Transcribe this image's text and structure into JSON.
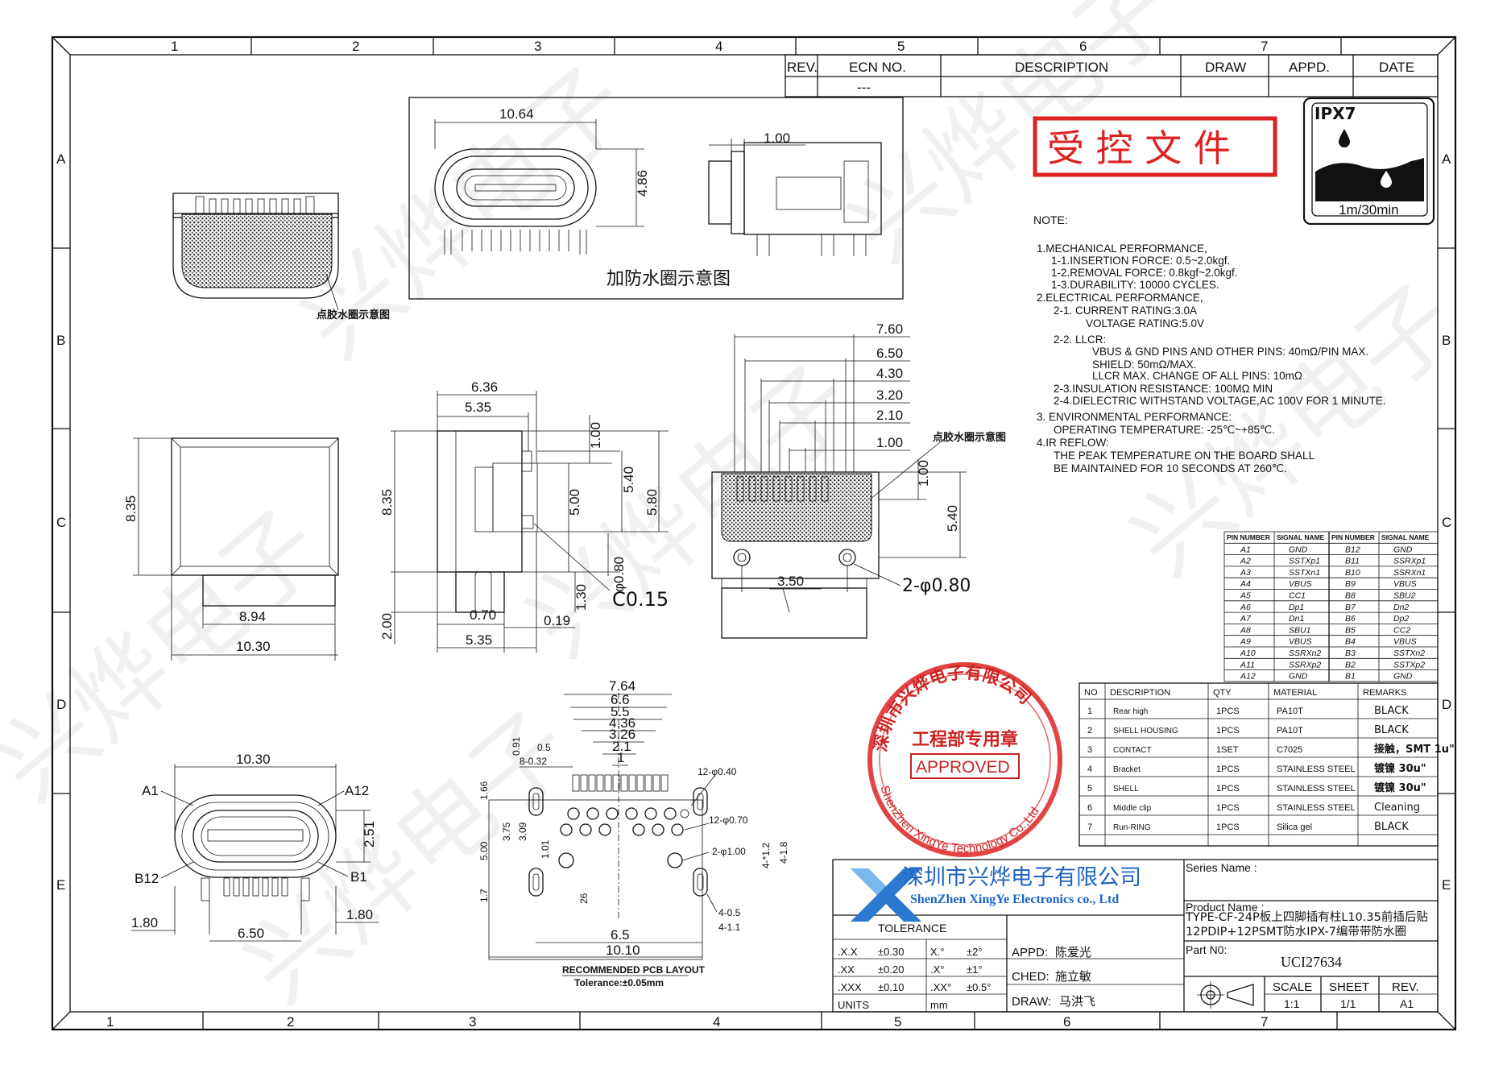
{
  "border": {
    "top_cols": [
      "1",
      "2",
      "3",
      "4",
      "5",
      "6",
      "7"
    ],
    "bottom_cols": [
      "1",
      "2",
      "3",
      "4",
      "5",
      "6",
      "7"
    ],
    "left_rows": [
      "A",
      "B",
      "C",
      "D",
      "E"
    ],
    "right_rows": [
      "A",
      "B",
      "C",
      "D",
      "E"
    ]
  },
  "revision_table": {
    "headers": [
      "REV.",
      "ECN NO.",
      "DESCRIPTION",
      "DRAW",
      "APPD.",
      "DATE"
    ],
    "ecn_value": "---"
  },
  "controlled_stamp": "受 控 文 件",
  "ipx": {
    "title": "IPX7",
    "caption": "1m/30min"
  },
  "views": {
    "glue_caption_top": "点胶水圈示意图",
    "seal_caption": "加防水圈示意图",
    "glue_caption_right": "点胶水圈示意图",
    "pcb_title": "RECOMMENDED PCB LAYOUT",
    "pcb_tol": "Tolerance:±0.05mm"
  },
  "dims": {
    "seal_w": "10.64",
    "seal_h": "4.86",
    "seal_side": "1.00",
    "front_h": "8.35",
    "front_w1": "8.94",
    "front_w2": "10.30",
    "side_w1": "6.36",
    "side_w2": "5.35",
    "side_h": "8.35",
    "side_b": "2.00",
    "side_c": "0.70",
    "side_d": "5.35",
    "side_e": "0.19",
    "side_v1": "1.00",
    "side_v2": "5.40",
    "side_v3": "5.00",
    "side_v4": "5.80",
    "side_v5": "φ0.80",
    "side_v6": "1.30",
    "side_chamfer": "C0.15",
    "top_d1": "7.60",
    "top_d2": "6.50",
    "top_d3": "4.30",
    "top_d4": "3.20",
    "top_d5": "2.10",
    "top_d6": "1.00",
    "top_v1": "1.00",
    "top_v2": "5.40",
    "top_w": "3.50",
    "top_holes": "2-φ0.80",
    "pcb_d1": "7.64",
    "pcb_d2": "6.6",
    "pcb_d3": "5.5",
    "pcb_d4": "4.36",
    "pcb_d5": "3.26",
    "pcb_d6": "2.1",
    "pcb_d7": "1",
    "pcb_p1": "0.5",
    "pcb_p2": "8-0.32",
    "pcb_p3": "0.91",
    "pcb_p4": "1.66",
    "pcb_p5": "3.75",
    "pcb_p6": "3.09",
    "pcb_p7": "5.00",
    "pcb_p8": "1.01",
    "pcb_p9": "1.7",
    "pcb_p10": "26",
    "pcb_h1": "12-φ0.40",
    "pcb_h2": "12-φ0.70",
    "pcb_h3": "2-φ1.00",
    "pcb_h4": "4-*1.2",
    "pcb_h5": "4-1.8",
    "pcb_h6": "4-0.5",
    "pcb_h7": "4-1.1",
    "pcb_w1": "6.5",
    "pcb_w2": "10.10",
    "bottom_w": "10.30",
    "bottom_a1": "A1",
    "bottom_a12": "A12",
    "bottom_b12": "B12",
    "bottom_b1": "B1",
    "bottom_h": "2.51",
    "bottom_l": "1.80",
    "bottom_r": "1.80",
    "bottom_m": "6.50"
  },
  "notes": {
    "heading": "NOTE:",
    "lines": [
      "1.MECHANICAL PERFORMANCE,",
      "1-1.INSERTION FORCE: 0.5~2.0kgf.",
      "1-2.REMOVAL FORCE: 0.8kgf~2.0kgf.",
      "1-3.DURABILITY: 10000 CYCLES.",
      "2.ELECTRICAL PERFORMANCE,",
      "2-1. CURRENT RATING:3.0A",
      "VOLTAGE RATING:5.0V",
      "2-2. LLCR:",
      "VBUS & GND PINS AND OTHER PINS: 40mΩ/PIN MAX.",
      "SHIELD: 50mΩ/MAX.",
      "LLCR MAX. CHANGE OF ALL PINS: 10mΩ",
      "2-3.INSULATION RESISTANCE: 100MΩ MIN",
      "2-4.DIELECTRIC WITHSTAND VOLTAGE,AC 100V FOR 1 MINUTE.",
      "3. ENVIRONMENTAL PERFORMANCE:",
      "OPERATING TEMPERATURE: -25℃~+85℃.",
      "4.IR REFLOW:",
      "THE PEAK TEMPERATURE ON THE BOARD SHALL",
      "BE MAINTAINED FOR 10 SECONDS AT 260℃."
    ]
  },
  "pin_table": {
    "headers": [
      "PIN NUMBER",
      "SIGNAL NAME",
      "PIN NUMBER",
      "SIGNAL NAME"
    ],
    "rows": [
      [
        "A1",
        "GND",
        "B12",
        "GND"
      ],
      [
        "A2",
        "SSTXp1",
        "B11",
        "SSRXp1"
      ],
      [
        "A3",
        "SSTXn1",
        "B10",
        "SSRXn1"
      ],
      [
        "A4",
        "VBUS",
        "B9",
        "VBUS"
      ],
      [
        "A5",
        "CC1",
        "B8",
        "SBU2"
      ],
      [
        "A6",
        "Dp1",
        "B7",
        "Dn2"
      ],
      [
        "A7",
        "Dn1",
        "B6",
        "Dp2"
      ],
      [
        "A8",
        "SBU1",
        "B5",
        "CC2"
      ],
      [
        "A9",
        "VBUS",
        "B4",
        "VBUS"
      ],
      [
        "A10",
        "SSRXn2",
        "B3",
        "SSTXn2"
      ],
      [
        "A11",
        "SSRXp2",
        "B2",
        "SSTXp2"
      ],
      [
        "A12",
        "GND",
        "B1",
        "GND"
      ]
    ]
  },
  "bom": {
    "headers": [
      "NO",
      "DESCRIPTION",
      "QTY",
      "MATERIAL",
      "REMARKS"
    ],
    "rows": [
      [
        "1",
        "Rear high",
        "1PCS",
        "PA10T",
        "BLACK"
      ],
      [
        "2",
        "SHELL HOUSING",
        "1PCS",
        "PA10T",
        "BLACK"
      ],
      [
        "3",
        "CONTACT",
        "1SET",
        "C7025",
        "接触，SMT 1u\""
      ],
      [
        "4",
        "Bracket",
        "1PCS",
        "STAINLESS STEEL",
        "镀镍 30u\""
      ],
      [
        "5",
        "SHELL",
        "1PCS",
        "STAINLESS STEEL",
        "镀镍 30u\""
      ],
      [
        "6",
        "Middle clip",
        "1PCS",
        "STAINLESS STEEL",
        "Cleaning"
      ],
      [
        "7",
        "Run-RING",
        "1PCS",
        "Silica gel",
        "BLACK"
      ]
    ]
  },
  "seal": {
    "ring_text": "深圳市兴烨电子有限公司",
    "ring_text_en": "ShenZhen XingYe Technology Co.,Ltd",
    "center1": "工程部专用章",
    "center2": "APPROVED"
  },
  "title_block": {
    "company_cn": "深圳市兴烨电子有限公司",
    "company_en": "ShenZhen XingYe Electronics co., Ltd",
    "series_label": "Series Name :",
    "product_label": "Product Name :",
    "product_line1": "TYPE-CF-24P板上四脚插有柱L10.35前插后贴",
    "product_line2": "12PDIP+12PSMT防水IPX-7编带带防水圈",
    "tolerance_label": "TOLERANCE",
    "tol_rows": [
      [
        ".X.X",
        "±0.30",
        "X.°",
        "±2°"
      ],
      [
        ".XX",
        "±0.20",
        ".X°",
        "±1°"
      ],
      [
        ".XXX",
        "±0.10",
        ".XX°",
        "±0.5°"
      ]
    ],
    "units_label": "UNITS",
    "units_value": "mm",
    "appd_label": "APPD:",
    "appd_value": "陈爱光",
    "ched_label": "CHED:",
    "ched_value": "施立敏",
    "draw_label": "DRAW:",
    "draw_value": "马洪飞",
    "partno_label": "Part N0:",
    "partno_value": "UCI27634",
    "scale_label": "SCALE",
    "scale_value": "1:1",
    "sheet_label": "SHEET",
    "sheet_value": "1/1",
    "rev_label": "REV.",
    "rev_value": "A1"
  },
  "watermark": "兴烨电子"
}
